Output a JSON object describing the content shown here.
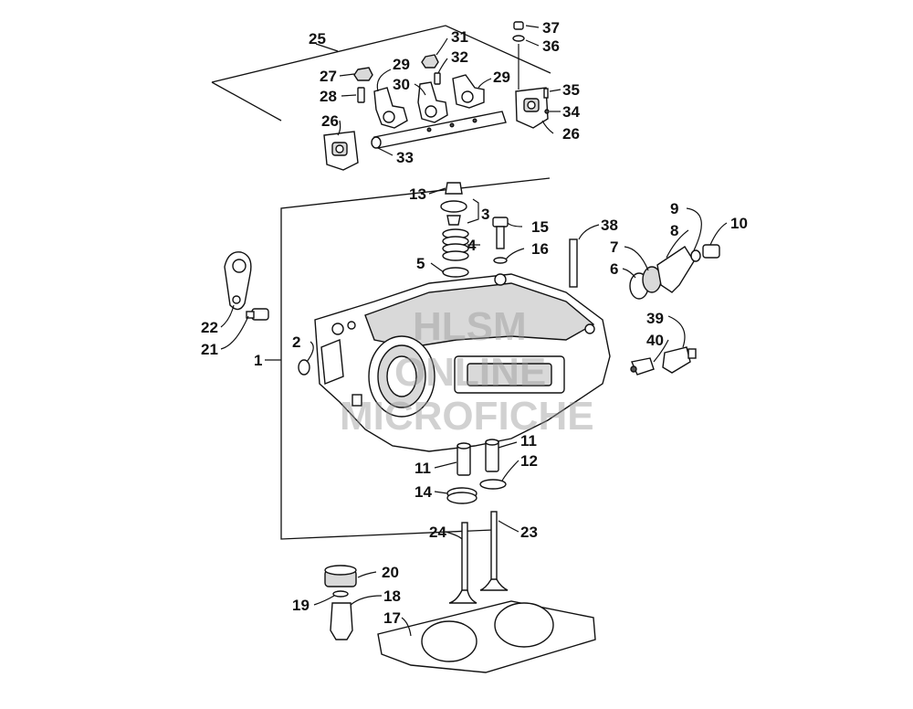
{
  "watermark": {
    "line1": "HLSM",
    "line2": "ONLINE",
    "line3": "MICROFICHE"
  },
  "callouts": [
    {
      "id": "c1",
      "label": "1"
    },
    {
      "id": "c2",
      "label": "2"
    },
    {
      "id": "c3",
      "label": "3"
    },
    {
      "id": "c4",
      "label": "4"
    },
    {
      "id": "c5",
      "label": "5"
    },
    {
      "id": "c6",
      "label": "6"
    },
    {
      "id": "c7",
      "label": "7"
    },
    {
      "id": "c8",
      "label": "8"
    },
    {
      "id": "c9",
      "label": "9"
    },
    {
      "id": "c10",
      "label": "10"
    },
    {
      "id": "c11a",
      "label": "11"
    },
    {
      "id": "c11b",
      "label": "11"
    },
    {
      "id": "c12",
      "label": "12"
    },
    {
      "id": "c13",
      "label": "13"
    },
    {
      "id": "c14",
      "label": "14"
    },
    {
      "id": "c15",
      "label": "15"
    },
    {
      "id": "c16",
      "label": "16"
    },
    {
      "id": "c17",
      "label": "17"
    },
    {
      "id": "c18",
      "label": "18"
    },
    {
      "id": "c19",
      "label": "19"
    },
    {
      "id": "c20",
      "label": "20"
    },
    {
      "id": "c21",
      "label": "21"
    },
    {
      "id": "c22",
      "label": "22"
    },
    {
      "id": "c23",
      "label": "23"
    },
    {
      "id": "c24",
      "label": "24"
    },
    {
      "id": "c25",
      "label": "25"
    },
    {
      "id": "c26a",
      "label": "26"
    },
    {
      "id": "c26b",
      "label": "26"
    },
    {
      "id": "c27",
      "label": "27"
    },
    {
      "id": "c28",
      "label": "28"
    },
    {
      "id": "c29a",
      "label": "29"
    },
    {
      "id": "c29b",
      "label": "29"
    },
    {
      "id": "c30",
      "label": "30"
    },
    {
      "id": "c31",
      "label": "31"
    },
    {
      "id": "c32",
      "label": "32"
    },
    {
      "id": "c33",
      "label": "33"
    },
    {
      "id": "c34",
      "label": "34"
    },
    {
      "id": "c35",
      "label": "35"
    },
    {
      "id": "c36",
      "label": "36"
    },
    {
      "id": "c37",
      "label": "37"
    },
    {
      "id": "c38",
      "label": "38"
    },
    {
      "id": "c39",
      "label": "39"
    },
    {
      "id": "c40",
      "label": "40"
    }
  ]
}
